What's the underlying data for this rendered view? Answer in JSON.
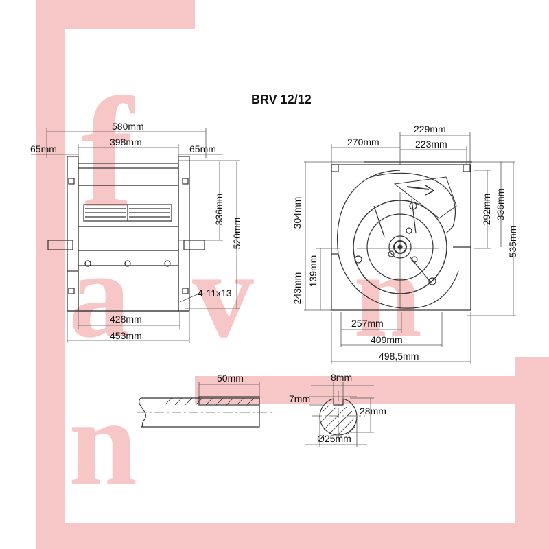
{
  "title": "BRV 12/12",
  "watermark": {
    "letters": [
      "f",
      "a",
      "v",
      "n",
      "n"
    ],
    "color": "#f7c6c6"
  },
  "front_view": {
    "d580": "580mm",
    "d398": "398mm",
    "d65_left": "65mm",
    "d65_right": "65mm",
    "d336": "336mm",
    "d520": "520mm",
    "hole": "4-11x13",
    "d428": "428mm",
    "d453": "453mm"
  },
  "side_view": {
    "d229": "229mm",
    "d270": "270mm",
    "d223": "223mm",
    "d304": "304mm",
    "d139": "139mm",
    "d243": "243mm",
    "d292": "292mm",
    "d336": "336mm",
    "d535": "535mm",
    "d257": "257mm",
    "d409": "409mm",
    "d4985": "498,5mm"
  },
  "shaft": {
    "key_length": "50mm",
    "key_width": "8mm",
    "key_depth": "7mm",
    "key_height": "28mm",
    "diameter": "Ø25mm"
  }
}
